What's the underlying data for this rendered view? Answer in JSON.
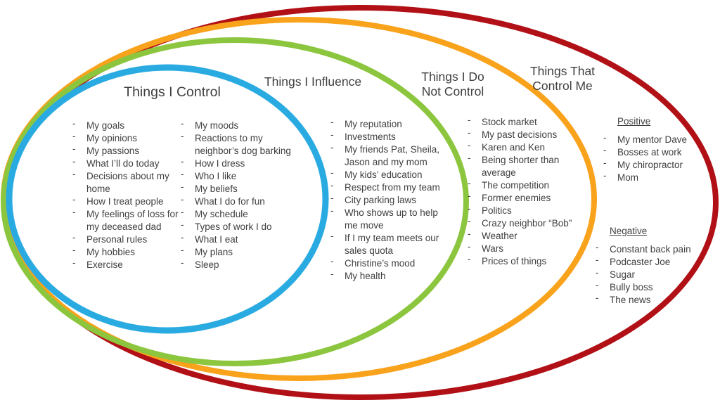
{
  "colors": {
    "control": "#29ABE2",
    "influence": "#8CC63F",
    "not_control": "#F9A21B",
    "control_me": "#B11116",
    "text": "#3F3F3F",
    "background": "#FFFFFF"
  },
  "control": {
    "title": "Things I Control",
    "column1": [
      "My goals",
      "My opinions",
      "My passions",
      "What I’ll do today",
      "Decisions about my home",
      "How I treat people",
      "My feelings of loss for my deceased dad",
      "Personal rules",
      "My hobbies",
      "Exercise"
    ],
    "column2": [
      "My moods",
      "Reactions to my neighbor’s dog barking",
      "How I dress",
      "Who I like",
      "My beliefs",
      "What I do for fun",
      "My schedule",
      "Types of work I do",
      "What I eat",
      "My plans",
      "Sleep"
    ]
  },
  "influence": {
    "title": "Things I Influence",
    "items": [
      "My reputation",
      "Investments",
      "My friends Pat, Sheila, Jason and my mom",
      "My kids’ education",
      "Respect from my team",
      "City parking laws",
      "Who shows up to help me move",
      "If I my team meets our sales quota",
      "Christine’s mood",
      "My health"
    ]
  },
  "not_control": {
    "title_line1": "Things I Do",
    "title_line2": "Not Control",
    "items": [
      "Stock market",
      "My past decisions",
      "Karen and Ken",
      "Being shorter than average",
      "The competition",
      "Former enemies",
      "Politics",
      "Crazy neighbor “Bob”",
      "Weather",
      "Wars",
      "Prices of things"
    ]
  },
  "control_me": {
    "title_line1": "Things That",
    "title_line2": "Control Me",
    "positive": {
      "label": "Positive",
      "items": [
        "My mentor Dave",
        "Bosses at work",
        "My chiropractor",
        "Mom"
      ]
    },
    "negative": {
      "label": "Negative",
      "items": [
        "Constant back pain",
        "Podcaster Joe",
        "Sugar",
        "Bully boss",
        "The news"
      ]
    }
  }
}
